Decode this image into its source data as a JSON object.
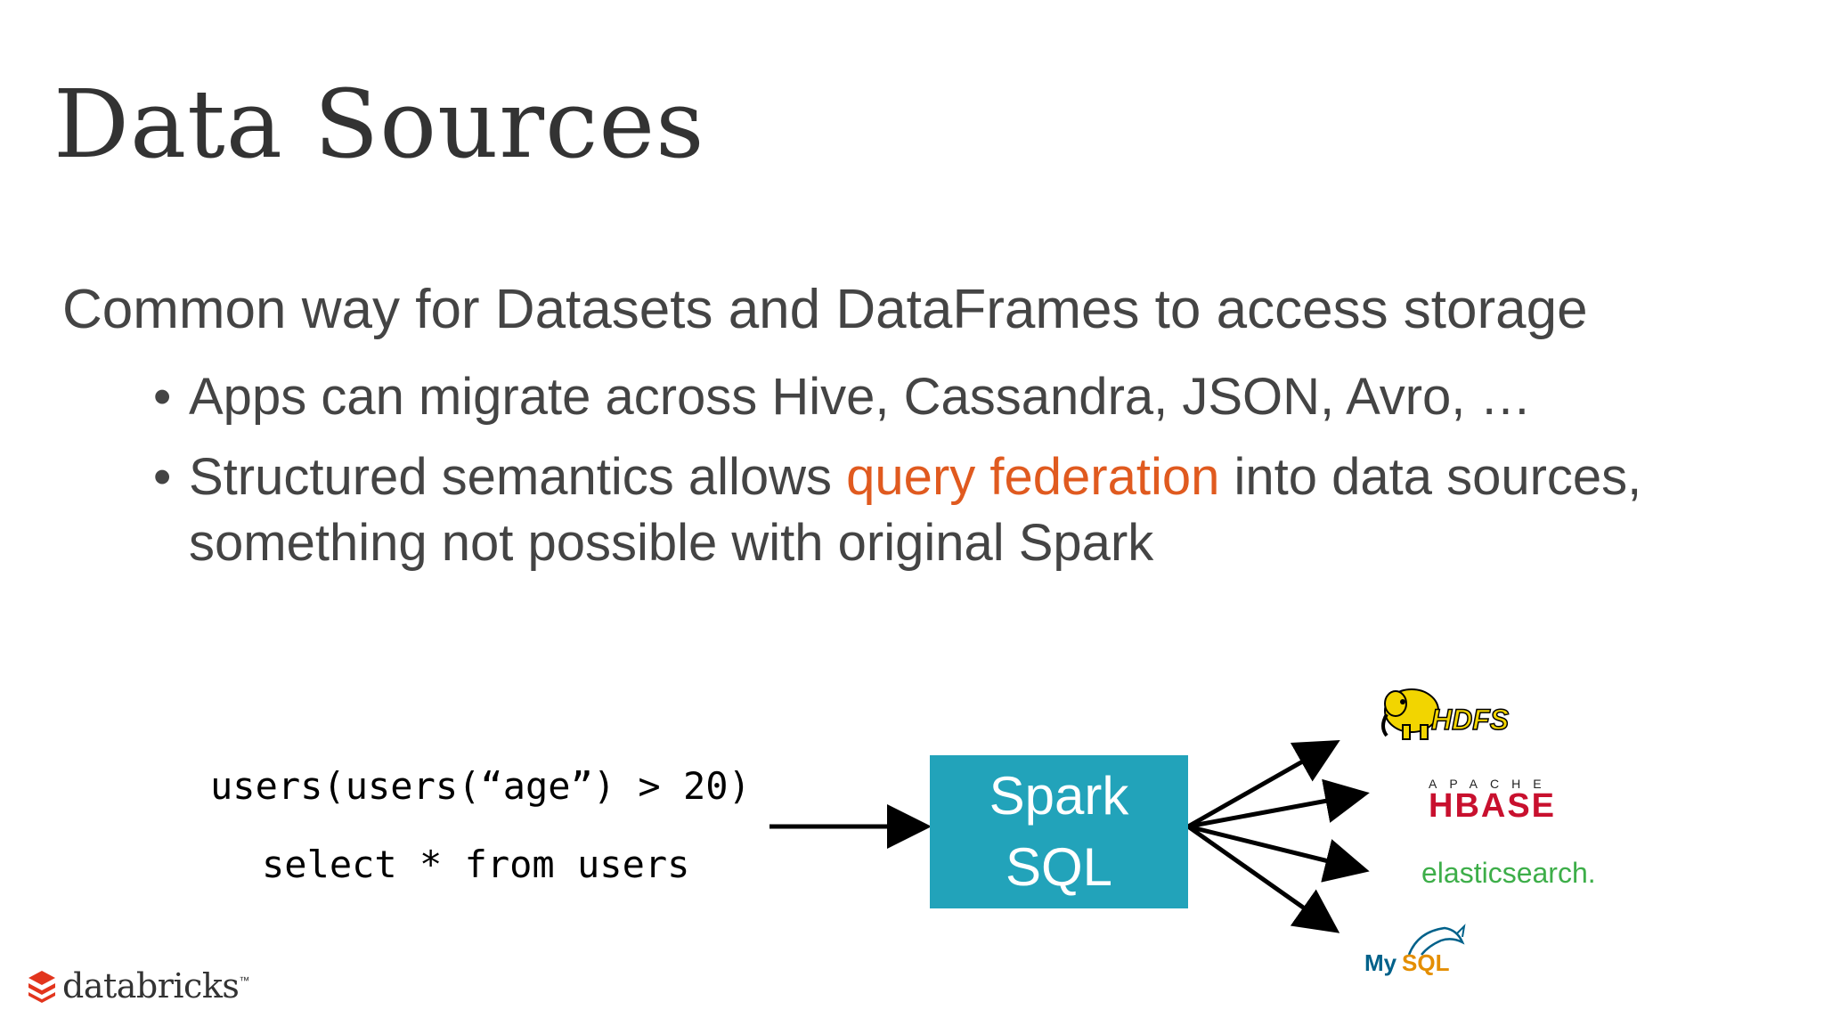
{
  "slide": {
    "title": "Data Sources",
    "subtitle": "Common way for Datasets and DataFrames to access storage",
    "bullets": [
      {
        "dot": "•",
        "text": "Apps can migrate across Hive, Cassandra, JSON, Avro, …"
      },
      {
        "dot": "•",
        "line1_before": "Structured semantics allows ",
        "line1_highlight": "query federation",
        "line1_after": " into data sources,",
        "line2": "something not possible with original Spark"
      }
    ],
    "highlight_color": "#e05a1f"
  },
  "diagram": {
    "code_lines": [
      "users(users(“age”) > 20)",
      "select * from users"
    ],
    "engine": {
      "line1": "Spark",
      "line2": "SQL",
      "color": "#22a3ba"
    },
    "targets": {
      "hdfs": "HDFS",
      "hbase_apache": "APACHE",
      "hbase": "HBASE",
      "elasticsearch": "elasticsearch.",
      "mysql_my": "My",
      "mysql_sql": "SQL"
    }
  },
  "footer": {
    "brand": "databricks",
    "trademark": "™"
  }
}
